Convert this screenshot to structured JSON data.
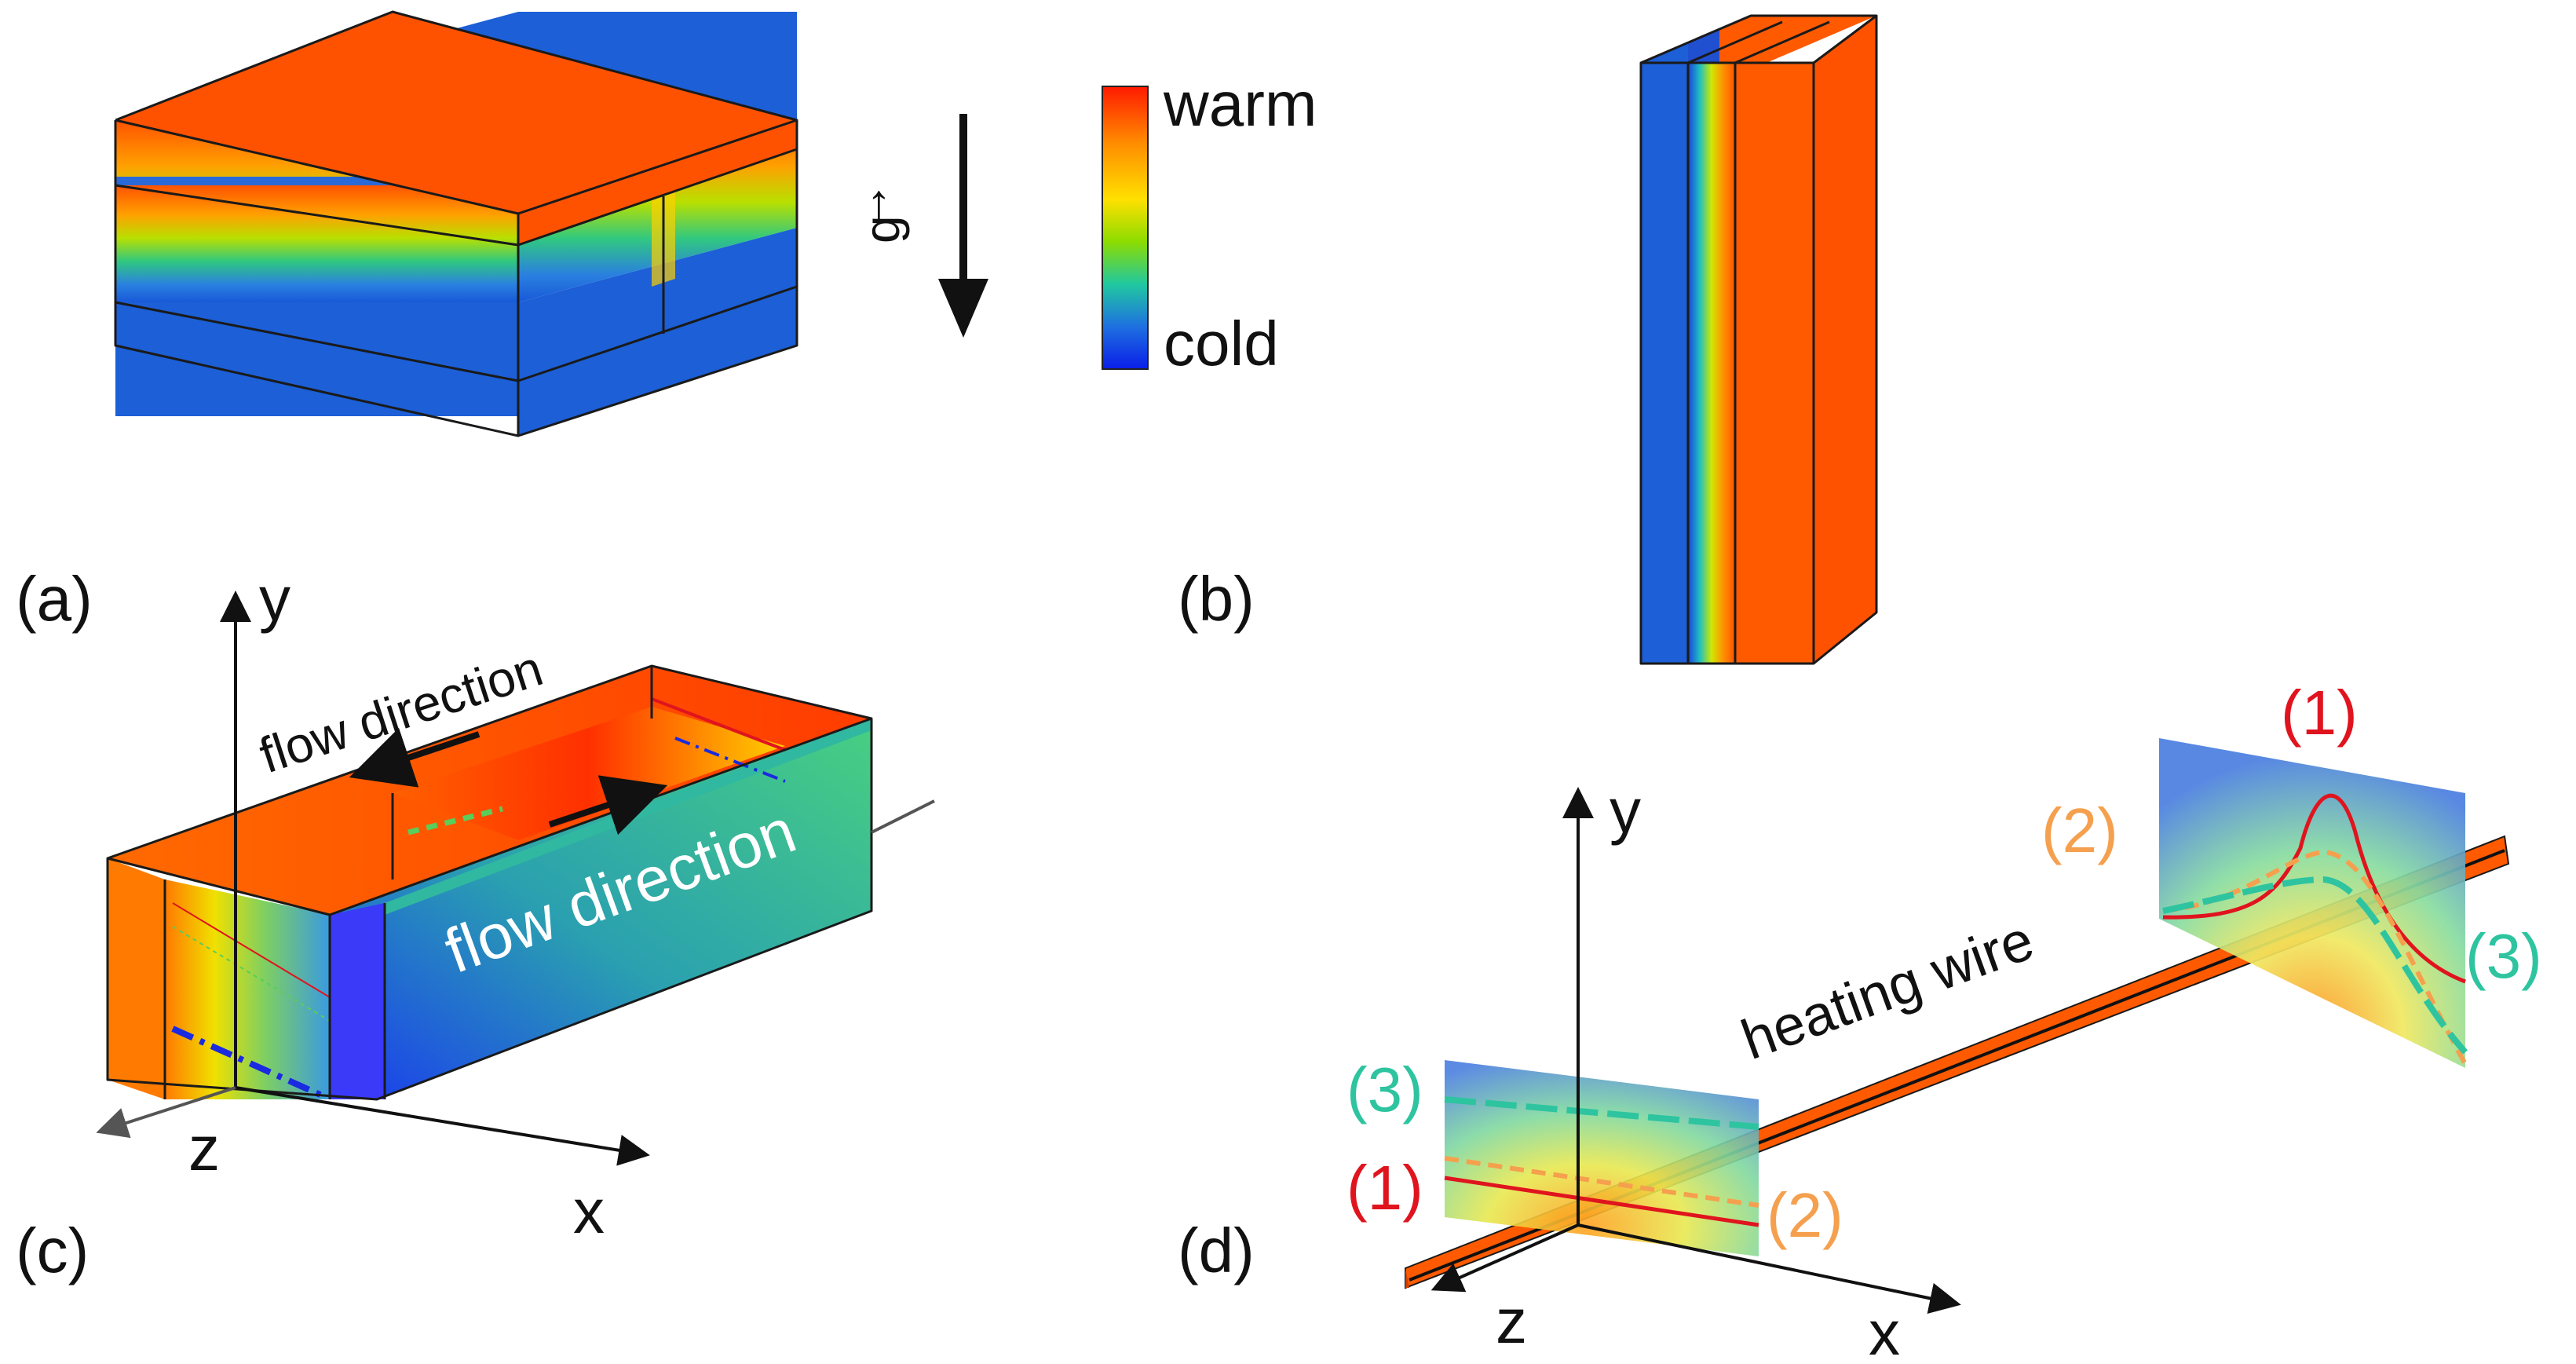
{
  "panels": {
    "a": {
      "label": "(a)"
    },
    "b": {
      "label": "(b)"
    },
    "c": {
      "label": "(c)"
    },
    "d": {
      "label": "(d)"
    }
  },
  "gravity": {
    "symbol": "g",
    "arrow_mark": "→"
  },
  "colorbar": {
    "top_label": "warm",
    "bottom_label": "cold"
  },
  "panel_c": {
    "axis_x": "x",
    "axis_y": "y",
    "axis_z": "z",
    "flow_label_top": "flow direction",
    "flow_label_side": "flow direction"
  },
  "panel_d": {
    "axis_x": "x",
    "axis_y": "y",
    "axis_z": "z",
    "wire_label": "heating wire",
    "curve_labels": [
      "(1)",
      "(2)",
      "(3)"
    ]
  },
  "colors": {
    "warm": "#ff5a00",
    "cold": "#1c5fd6",
    "curve_1": "#e0141e",
    "curve_2": "#f5a04e",
    "curve_3": "#2ec4a0"
  }
}
